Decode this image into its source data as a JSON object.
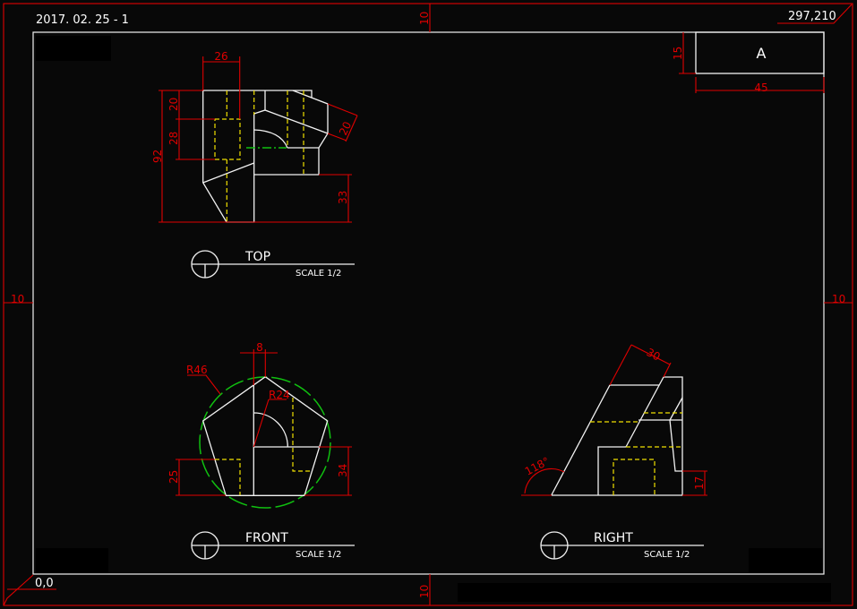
{
  "sheet": {
    "date_label": "2017. 02. 25 - 1",
    "size_label": "297,210",
    "origin_label": "0,0",
    "margin_top": "10",
    "margin_left": "10",
    "margin_right": "10",
    "margin_bottom": "10"
  },
  "title_block": {
    "text": "A",
    "height_dim": "15",
    "width_dim": "45"
  },
  "views": {
    "top": {
      "title": "TOP",
      "scale": "SCALE 1/2",
      "dims": {
        "width": "26",
        "overall": "92",
        "upper": "20",
        "middle": "28",
        "chamfer": "20",
        "lower_right": "33"
      }
    },
    "front": {
      "title": "FRONT",
      "scale": "SCALE 1/2",
      "dims": {
        "offset": "8",
        "outer_radius": "R46",
        "inner_radius": "R24",
        "left_height": "25",
        "right_height": "34"
      }
    },
    "right": {
      "title": "RIGHT",
      "scale": "SCALE 1/2",
      "dims": {
        "slant_width": "30",
        "angle": "118°",
        "step_height": "17"
      }
    }
  },
  "colors": {
    "outline": "#f2f2f2",
    "hidden": "#f0e000",
    "dimension": "#e00000",
    "centerline": "#10c010"
  }
}
